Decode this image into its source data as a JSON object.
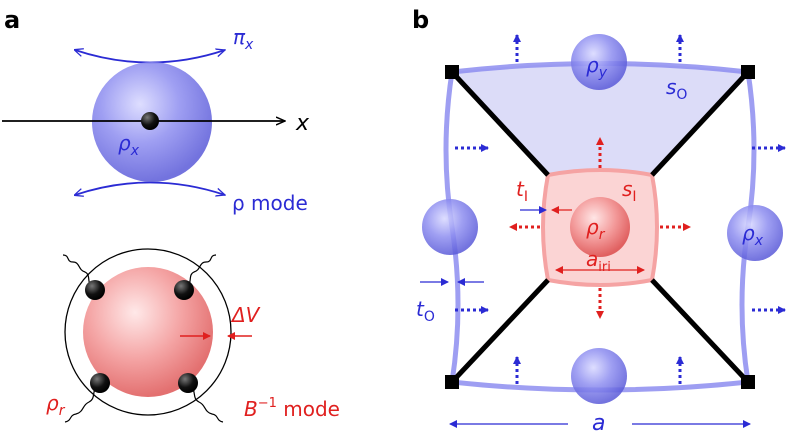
{
  "panel_a": {
    "panel_label": "a",
    "pi_label": "π",
    "pi_sub": "x",
    "x_axis_label": "x",
    "rho_x_label": "ρ",
    "rho_x_sub": "x",
    "rho_mode_label": "ρ mode",
    "delta_v_label": "ΔV",
    "rho_r_label": "ρ",
    "rho_r_sub": "r",
    "b_inv_mode_base": "B",
    "b_inv_mode_sup": "−1",
    "b_inv_mode_tail": " mode"
  },
  "panel_b": {
    "panel_label": "b",
    "rho_y_label": "ρ",
    "rho_y_sub": "y",
    "s_o_label": "s",
    "s_o_sub": "O",
    "t_i_label": "t",
    "t_i_sub": "I",
    "s_i_label": "s",
    "s_i_sub": "I",
    "rho_r_label": "ρ",
    "rho_r_sub": "r",
    "rho_x_label": "ρ",
    "rho_x_sub": "x",
    "a_iri_label": "a",
    "a_iri_sub": "iri",
    "t_o_label": "t",
    "t_o_sub": "O",
    "a_label": "a"
  },
  "colors": {
    "blue": "#2b2bd4",
    "red": "#e0201f",
    "blue_fill": "#9a9af0",
    "red_fill": "#f49a9a",
    "black": "#000000"
  }
}
